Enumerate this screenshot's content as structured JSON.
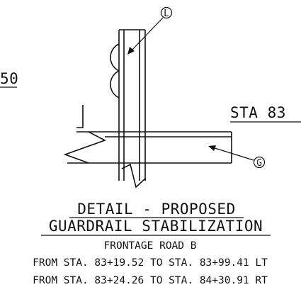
{
  "drawing": {
    "left_fragment": "50",
    "station_fragment": "STA 83",
    "callouts": {
      "top": "L",
      "right": "G"
    },
    "title_line1": "DETAIL - PROPOSED",
    "title_line2": "GUARDRAIL STABILIZATION",
    "subtitle": "FRONTAGE ROAD B",
    "ranges": [
      "FROM STA. 83+19.52 TO STA. 83+99.41 LT",
      "FROM STA. 83+24.26 TO STA. 84+30.91 RT"
    ]
  },
  "colors": {
    "ink": "#111111",
    "background": "#ffffff"
  }
}
